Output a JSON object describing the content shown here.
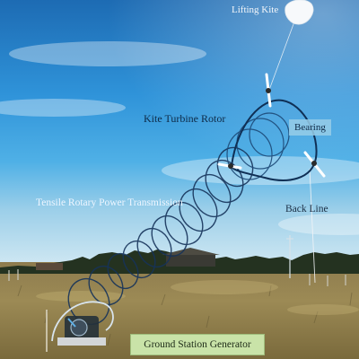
{
  "labels": {
    "lifting_kite": "Lifting Kite",
    "kite_turbine_rotor": "Kite Turbine Rotor",
    "bearing": "Bearing",
    "tensile_rotary_power_transmission": "Tensile Rotary Power Transmission",
    "back_line": "Back Line",
    "ground_station_generator": "Ground Station Generator"
  },
  "colors": {
    "sky_top": "#1f6fb8",
    "sky_mid": "#3aa0e0",
    "sky_horizon": "#a9d3ec",
    "field": "#a08b55",
    "tree_line": "#23301c",
    "label_box_ground": "#c9e3a8",
    "label_box_bearing": "#96cde8",
    "ring_color": "#16335a"
  }
}
